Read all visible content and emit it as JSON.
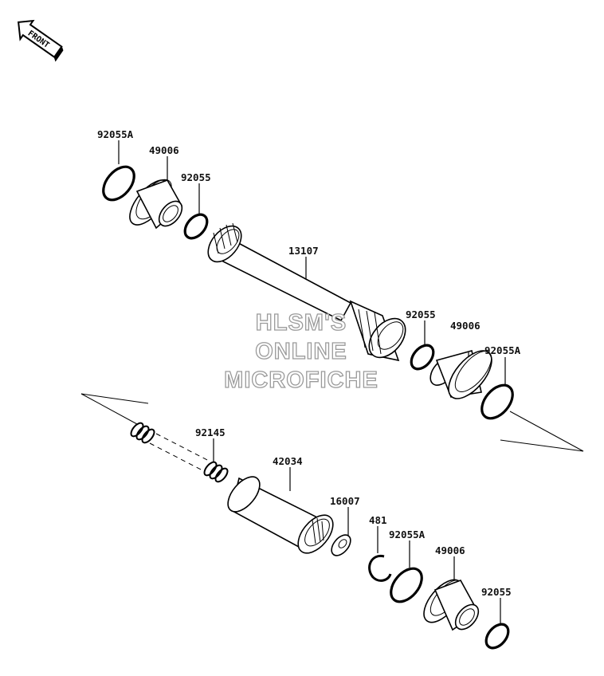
{
  "front_badge": {
    "text": "FRONT"
  },
  "watermark": {
    "line1": "HLSM'S",
    "line2": "ONLINE",
    "line3": "MICROFICHE"
  },
  "labels": [
    {
      "id": "l1",
      "text": "92055A"
    },
    {
      "id": "l2",
      "text": "49006"
    },
    {
      "id": "l3",
      "text": "92055"
    },
    {
      "id": "l4",
      "text": "13107"
    },
    {
      "id": "l5",
      "text": "92055"
    },
    {
      "id": "l6",
      "text": "49006"
    },
    {
      "id": "l7",
      "text": "92055A"
    },
    {
      "id": "l8",
      "text": "92145"
    },
    {
      "id": "l9",
      "text": "42034"
    },
    {
      "id": "l10",
      "text": "16007"
    },
    {
      "id": "l11",
      "text": "481"
    },
    {
      "id": "l12",
      "text": "92055A"
    },
    {
      "id": "l13",
      "text": "49006"
    },
    {
      "id": "l14",
      "text": "92055"
    }
  ],
  "colors": {
    "line": "#000000",
    "watermark_outline": "#9a9a9a",
    "background": "#ffffff"
  }
}
